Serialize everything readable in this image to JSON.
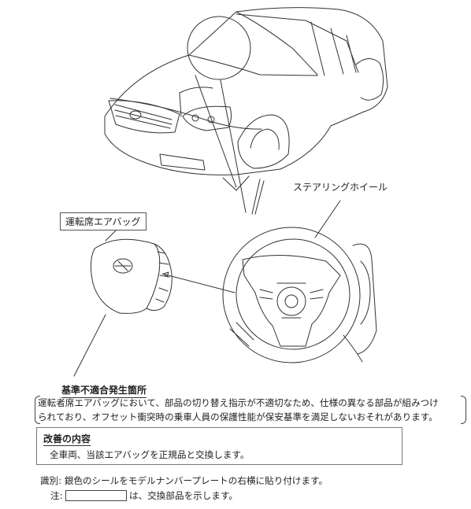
{
  "labels": {
    "steering_wheel": "ステアリングホイール",
    "driver_airbag": "運転席エアバッグ"
  },
  "defect": {
    "title": "基準不適合発生箇所",
    "line1": "運転者席エアバッグにおいて、部品の切り替え指示が不適切なため、仕様の異なる部品が組みつけ",
    "line2": "られており、オフセット衝突時の乗車人員の保護性能が保安基準を満足しないおそれがあります。"
  },
  "improvement": {
    "title": "改善の内容",
    "body": "全車両、当該エアバッグを正規品と交換します。"
  },
  "notes": {
    "identification": "識別: 銀色のシールをモデルナンバープレートの右横に貼り付けます。",
    "note_prefix": "注:",
    "note_suffix": "は、交換部品を示します。"
  }
}
